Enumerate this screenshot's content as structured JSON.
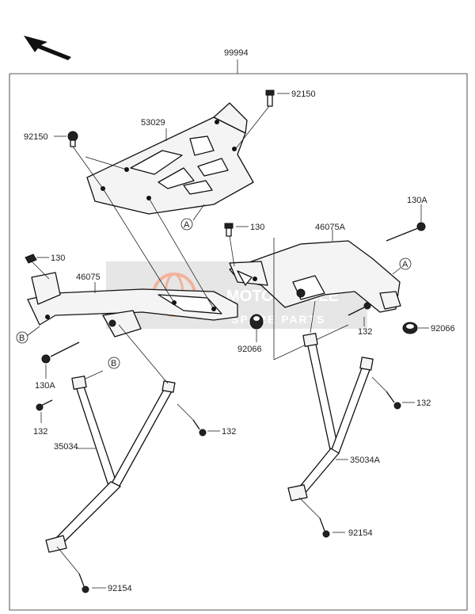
{
  "diagram": {
    "assembly_number": "99994",
    "labels": {
      "bolt_top": "92150",
      "bolt_left": "92150",
      "plate": "53029",
      "bolt_130_left": "130",
      "bracket_left": "46075",
      "bolt_130a_left": "130A",
      "bolt_132_left": "132",
      "stay_left": "35034",
      "bolt_132_mid": "132",
      "bolt_92154_left": "92154",
      "bolt_130_right": "130",
      "bracket_right": "46075A",
      "bolt_130a_right": "130A",
      "grommet_right": "92066",
      "grommet_mid": "92066",
      "bolt_132_right_top": "132",
      "bolt_132_right": "132",
      "stay_right": "35034A",
      "bolt_92154_right": "92154"
    },
    "callouts": {
      "a_plate": "A",
      "a_right": "A",
      "b_left": "B",
      "b_stay": "B"
    }
  },
  "watermark": {
    "brand": "MOTORCYCLE",
    "sub": "SPARE PARTS",
    "colors": {
      "box": "#e6e6e6",
      "logo": "#f1a58a",
      "text": "#ffffff"
    }
  },
  "orientation_arrow": "front-arrow-icon"
}
